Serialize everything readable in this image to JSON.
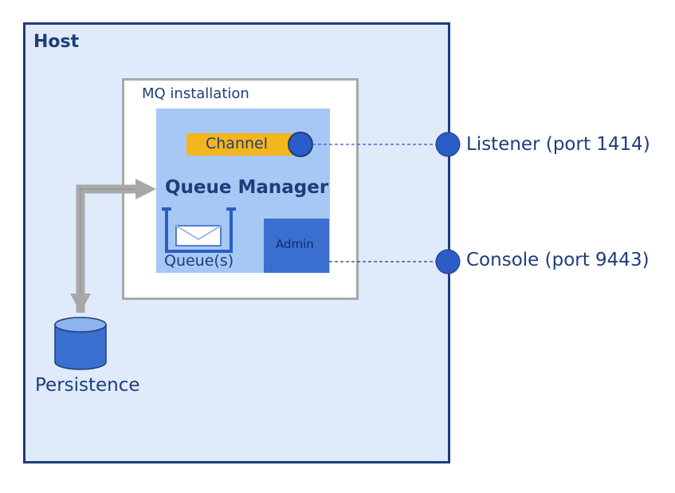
{
  "host": {
    "title": "Host"
  },
  "mq_installation": {
    "label": "MQ installation"
  },
  "queue_manager": {
    "title": "Queue Manager",
    "channel_label": "Channel",
    "queue_label": "Queue(s)",
    "admin_label": "Admin"
  },
  "persistence": {
    "label": "Persistence"
  },
  "endpoints": {
    "listener": "Listener (port 1414)",
    "console": "Console (port 9443)"
  },
  "colors": {
    "dark_blue": "#1f3d7a",
    "host_fill": "#dfeafb",
    "qm_fill": "#a5c8f5",
    "channel_fill": "#f5b51c",
    "admin_fill": "#3a6ecf",
    "arrow_gray": "#a8a8a8",
    "node_blue": "#2b5cc7"
  },
  "icons": [
    "envelope-icon",
    "database-cylinder-icon",
    "endpoint-dot-icon"
  ]
}
